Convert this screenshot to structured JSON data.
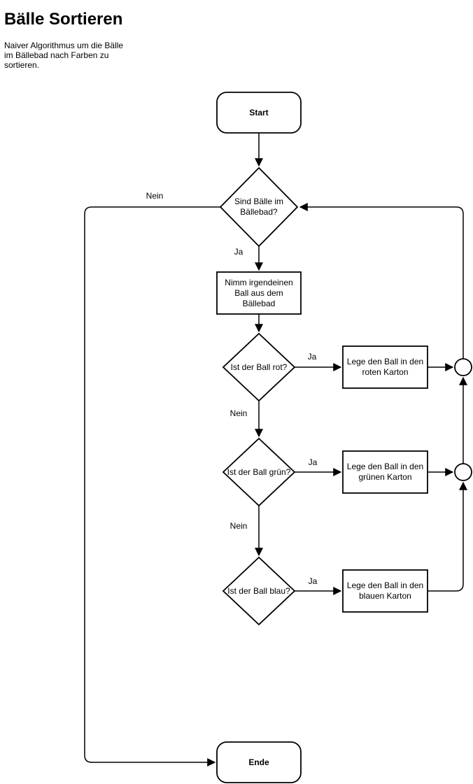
{
  "header": {
    "title": "Bälle Sortieren",
    "subtitle": "Naiver Algorithmus um die Bälle\nim Bällebad nach Farben zu\nsortieren."
  },
  "diagram": {
    "type": "flowchart",
    "colors": {
      "stroke": "#000000",
      "node_fill": "#ffffff",
      "text": "#000000",
      "background": "#ffffff"
    },
    "nodes": {
      "start": {
        "label": "Start",
        "shape": "rounded-rectangle"
      },
      "check_balls": {
        "label": "Sind Bälle im\nBällebad?",
        "shape": "diamond"
      },
      "take_ball": {
        "label": "Nimm irgendeinen\nBall aus dem\nBällebad",
        "shape": "rectangle"
      },
      "check_red": {
        "label": "Ist der Ball rot?",
        "shape": "diamond"
      },
      "put_red": {
        "label": "Lege den Ball in den\nroten Karton",
        "shape": "rectangle"
      },
      "check_green": {
        "label": "Ist der Ball grün?",
        "shape": "diamond"
      },
      "put_green": {
        "label": "Lege den Ball in den\ngrünen Karton",
        "shape": "rectangle"
      },
      "check_blue": {
        "label": "Ist der Ball blau?",
        "shape": "diamond"
      },
      "put_blue": {
        "label": "Lege den Ball in den\nblauen Karton",
        "shape": "rectangle"
      },
      "end": {
        "label": "Ende",
        "shape": "rounded-rectangle"
      }
    },
    "edge_labels": {
      "balls_no": "Nein",
      "balls_yes": "Ja",
      "red_yes": "Ja",
      "red_no": "Nein",
      "green_yes": "Ja",
      "green_no": "Nein",
      "blue_yes": "Ja"
    }
  }
}
